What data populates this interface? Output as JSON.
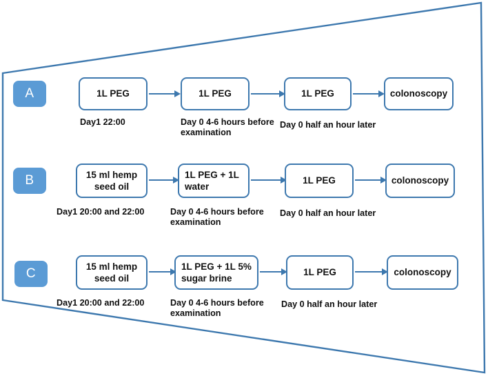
{
  "figure": {
    "type": "flowchart",
    "orientation": "horizontal",
    "frame_shape": "trapezoid",
    "colors": {
      "badge_fill": "#5B9BD5",
      "badge_text": "#FFFFFF",
      "box_border": "#3D78AE",
      "box_fill": "#FFFFFF",
      "arrow": "#3D78AE",
      "frame_stroke": "#3D78AE",
      "caption_text": "#0D0D0D"
    }
  },
  "rows": [
    {
      "badge": "A",
      "steps": [
        {
          "box": "1L PEG",
          "caption": "Day1 22:00",
          "align": "center"
        },
        {
          "box": "1L PEG",
          "caption": "Day 0 4-6 hours before\nexamination",
          "align": "center"
        },
        {
          "box": "1L PEG",
          "caption": "Day 0 half an hour later",
          "align": "center"
        },
        {
          "box": "colonoscopy",
          "caption": "",
          "align": "center"
        }
      ]
    },
    {
      "badge": "B",
      "steps": [
        {
          "box": "15 ml hemp\nseed oil",
          "caption": "Day1 20:00 and 22:00",
          "align": "center"
        },
        {
          "box": "1L PEG + 1L\nwater",
          "caption": "Day 0 4-6 hours before\nexamination",
          "align": "left"
        },
        {
          "box": "1L PEG",
          "caption": "Day 0 half an hour later",
          "align": "center"
        },
        {
          "box": "colonoscopy",
          "caption": "",
          "align": "center"
        }
      ]
    },
    {
      "badge": "C",
      "steps": [
        {
          "box": "15 ml hemp\nseed oil",
          "caption": "Day1 20:00 and 22:00",
          "align": "center"
        },
        {
          "box": "1L PEG + 1L 5%\nsugar brine",
          "caption": "Day 0 4-6 hours before\nexamination",
          "align": "left"
        },
        {
          "box": "1L PEG",
          "caption": "Day 0 half an hour later",
          "align": "center"
        },
        {
          "box": "colonoscopy",
          "caption": "",
          "align": "center"
        }
      ]
    }
  ]
}
